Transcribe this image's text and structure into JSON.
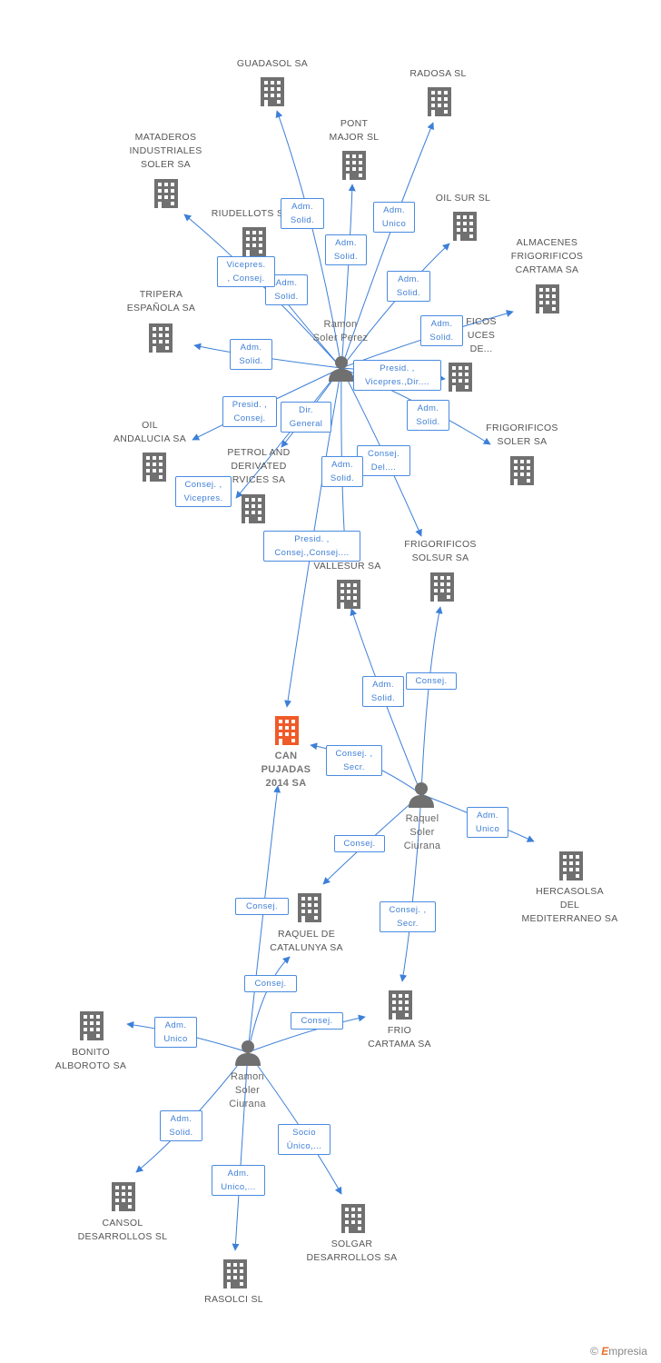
{
  "colors": {
    "edge": "#3c7fd8",
    "company": "#707070",
    "focus_company": "#f05a28",
    "person": "#707070"
  },
  "focus": {
    "name": "CAN\nPUJADAS\n2014 SA"
  },
  "people": [
    {
      "name": "Ramon\nSoler Perez"
    },
    {
      "name": "Raquel\nSoler\nCiurana"
    },
    {
      "name": "Ramon\nSoler\nCiurana"
    }
  ],
  "companies": [
    {
      "name": "GUADASOL SA"
    },
    {
      "name": "RADOSA SL"
    },
    {
      "name": "PONT\nMAJOR SL"
    },
    {
      "name": "MATADEROS\nINDUSTRIALES\nSOLER SA"
    },
    {
      "name": "RIUDELLOTS S"
    },
    {
      "name": "OIL SUR SL"
    },
    {
      "name": "ALMACENES\nFRIGORIFICOS\nCARTAMA SA"
    },
    {
      "name": "TRIPERA\nESPAÑOLA SA"
    },
    {
      "name": "FICOS\nUCES\nDE..."
    },
    {
      "name": "OIL\nANDALUCIA SA"
    },
    {
      "name": "FRIGORIFICOS\nSOLER SA"
    },
    {
      "name": "PETROL AND\nDERIVATED\nRVICES SA"
    },
    {
      "name": "FRIGORIFICOS\nSOLSUR SA"
    },
    {
      "name": "VALLESUR SA"
    },
    {
      "name": "HERCASOLSA\nDEL\nMEDITERRANEO SA"
    },
    {
      "name": "RAQUEL DE\nCATALUNYA SA"
    },
    {
      "name": "FRIO\nCARTAMA SA"
    },
    {
      "name": "BONITO\nALBOROTO SA"
    },
    {
      "name": "CANSOL\nDESARROLLOS SL"
    },
    {
      "name": "RASOLCI SL"
    },
    {
      "name": "SOLGAR\nDESARROLLOS SA"
    }
  ],
  "relations": [
    {
      "label": "Adm.\nSolid."
    },
    {
      "label": "Adm.\nSolid."
    },
    {
      "label": "Adm.\nUnico"
    },
    {
      "label": "Adm.\nSolid."
    },
    {
      "label": "Vicepres.\n, Consej."
    },
    {
      "label": "Adm.\nSolid."
    },
    {
      "label": "Adm.\nSolid."
    },
    {
      "label": "Adm.\nSolid."
    },
    {
      "label": "Presid. ,\nVicepres.,Dir...."
    },
    {
      "label": "Adm.\nSolid."
    },
    {
      "label": "Presid. ,\nConsej."
    },
    {
      "label": "Dir.\nGeneral"
    },
    {
      "label": "Consej.\nDel...."
    },
    {
      "label": "Adm.\nSolid."
    },
    {
      "label": "Consej. ,\nVicepres."
    },
    {
      "label": "Presid. ,\nConsej.,Consej...."
    },
    {
      "label": "Adm.\nSolid."
    },
    {
      "label": "Consej."
    },
    {
      "label": "Consej. ,\nSecr."
    },
    {
      "label": "Adm.\nUnico"
    },
    {
      "label": "Consej."
    },
    {
      "label": "Consej. ,\nSecr."
    },
    {
      "label": "Consej."
    },
    {
      "label": "Consej."
    },
    {
      "label": "Consej."
    },
    {
      "label": "Adm.\nUnico"
    },
    {
      "label": "Adm.\nSolid."
    },
    {
      "label": "Adm.\nUnico,..."
    },
    {
      "label": "Socio\nÚnico,..."
    }
  ],
  "footer": {
    "copyright": "©",
    "brand_initial": "E",
    "brand_rest": "mpresia"
  }
}
